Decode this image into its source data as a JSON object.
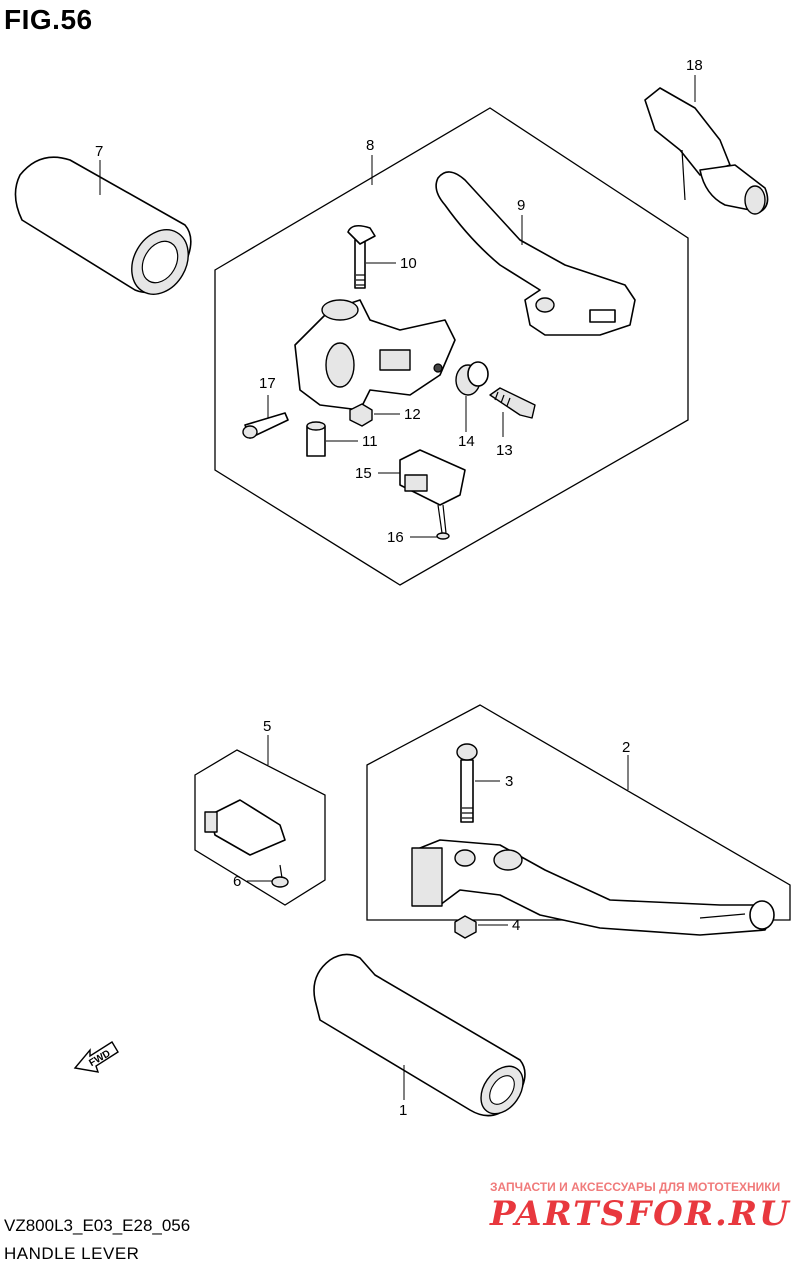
{
  "figure": {
    "title": "FIG.56"
  },
  "footer": {
    "code": "VZ800L3_E03_E28_056",
    "name": "HANDLE LEVER"
  },
  "watermark": {
    "line1": "ЗАПЧАСТИ И АКСЕССУАРЫ ДЛЯ МОТОТЕХНИКИ",
    "logo": "PARTSFOR.RU",
    "color": "#e8383e"
  },
  "fwd_arrow": {
    "text": "FWD"
  },
  "callouts": [
    "1",
    "2",
    "3",
    "4",
    "5",
    "6",
    "7",
    "8",
    "9",
    "10",
    "11",
    "12",
    "13",
    "14",
    "15",
    "16",
    "17",
    "18"
  ]
}
